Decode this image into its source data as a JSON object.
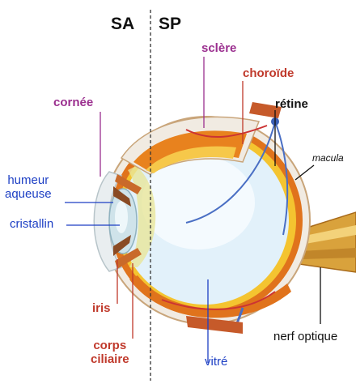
{
  "headers": {
    "anterior": "SA",
    "posterior": "SP"
  },
  "labels": {
    "sclere": "sclère",
    "choroide": "choroïde",
    "retine": "rétine",
    "macula": "macula",
    "cornee": "cornée",
    "humeur_line1": "humeur",
    "humeur_line2": "aqueuse",
    "cristallin": "cristallin",
    "iris": "iris",
    "corps_line1": "corps",
    "corps_line2": "ciliaire",
    "vitre": "vitré",
    "nerf": "nerf optique"
  },
  "colors": {
    "purple": "#9b2f8f",
    "red": "#c0392b",
    "blue": "#1d3fc4",
    "black": "#111111",
    "sclera_white": "#f1ebe2",
    "choroid_orange": "#e0731c",
    "retina_yellow": "#f4c430",
    "vitreous": "#e2f1fa",
    "lens": "#cfe3ea",
    "nerve": "#d9a23c"
  }
}
